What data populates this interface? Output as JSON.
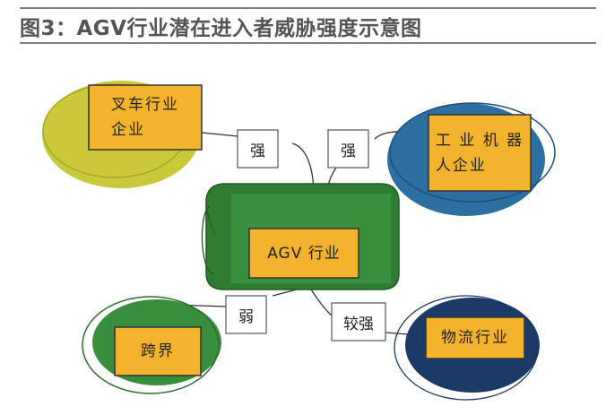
{
  "title": "图3：AGV行业潜在进入者威胁强度示意图",
  "nodes": {
    "forklift": "叉车行业\n企业",
    "robot": "工 业 机 器\n人企业",
    "center": "AGV 行业",
    "crossover": "跨界",
    "logistics": "物流行业"
  },
  "edges": {
    "forklift": "强",
    "robot": "强",
    "crossover": "弱",
    "logistics": "较强"
  },
  "colors": {
    "yellow_green": "#c8c83a",
    "blue": "#2d6fa0",
    "green": "#3a8f3f",
    "navy": "#1b3a66",
    "box": "#f4b32c"
  }
}
